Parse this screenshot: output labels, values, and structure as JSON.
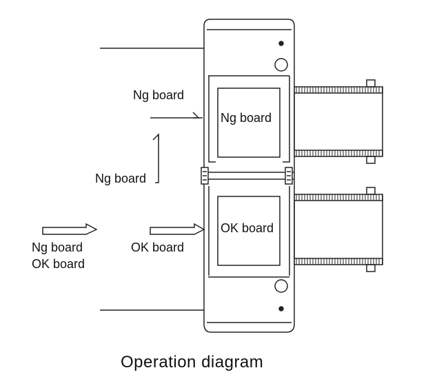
{
  "diagram": {
    "caption": "Operation diagram",
    "left_labels": {
      "upper_ng": "Ng board",
      "middle_ng": "Ng board",
      "input_line1": "Ng board",
      "input_line2": "OK board",
      "ok_arrow": "OK board"
    },
    "machine": {
      "upper_window": "Ng board",
      "lower_window": "OK board"
    }
  }
}
